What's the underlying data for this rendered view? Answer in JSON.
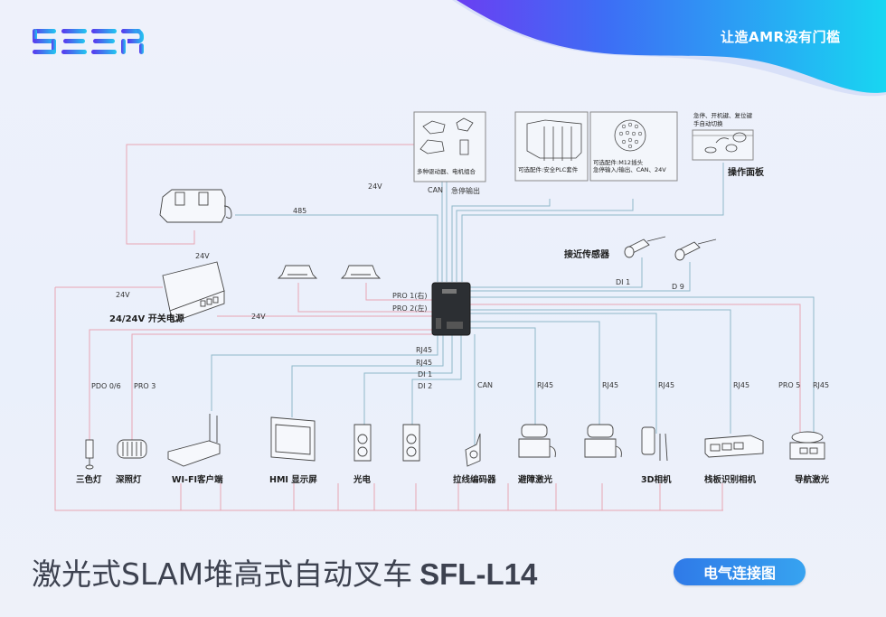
{
  "header": {
    "logo_text": "SEER",
    "slogan": "让造AMR没有门槛"
  },
  "colors": {
    "power_line": "#e8a5b3",
    "signal_line": "#8fb8c9",
    "brand_gradient_start": "#5b3bf0",
    "brand_gradient_end": "#22c9f0",
    "badge": "#2f86ec",
    "title_text": "#3d4250"
  },
  "top_boxes": {
    "drivers": {
      "caption": "多种驱动器、电机组合"
    },
    "plc": {
      "caption": "可选配件:安全PLC套件"
    },
    "m12": {
      "caption_line1": "可选配件:M12插头",
      "caption_line2": "急停输入/输出、CAN、24V"
    },
    "panel": {
      "note_line1": "急停、开机键、复位键",
      "note_line2": "手自动切换",
      "title": "操作面板"
    }
  },
  "wire_labels": {
    "can_top": "CAN",
    "estop_out": "急停输出",
    "v24_top": "24V",
    "rs485": "485",
    "v24_battery": "24V",
    "v24_left": "24V",
    "v24_bottom": "24V",
    "pro1": "PRO 1(右)",
    "pro2": "PRO 2(左)",
    "di1_prox": "DI 1",
    "di9_prox": "D 9",
    "rj45_a": "RJ45",
    "rj45_b": "RJ45",
    "di1": "DI 1",
    "di2": "DI 2",
    "can_encoder": "CAN",
    "pdo": "PDO 0/6",
    "pro3": "PRO 3",
    "rj45_obstacle1": "RJ45",
    "rj45_obstacle2": "RJ45",
    "rj45_3d": "RJ45",
    "rj45_pallet": "RJ45",
    "pro5": "PRO 5",
    "rj45_nav": "RJ45"
  },
  "labels": {
    "power_supply": "24/24V 开关电源",
    "proximity": "接近传感器"
  },
  "devices": [
    {
      "id": "tricolor-light",
      "label": "三色灯"
    },
    {
      "id": "floodlight",
      "label": "深照灯"
    },
    {
      "id": "wifi-client",
      "label": "WI-FI客户端"
    },
    {
      "id": "hmi-display",
      "label": "HMI 显示屏"
    },
    {
      "id": "photoelectric",
      "label": "光电"
    },
    {
      "id": "wire-encoder",
      "label": "拉线编码器"
    },
    {
      "id": "obstacle-lidar",
      "label": "避障激光"
    },
    {
      "id": "camera-3d",
      "label": "3D相机"
    },
    {
      "id": "pallet-camera",
      "label": "栈板识别相机"
    },
    {
      "id": "nav-lidar",
      "label": "导航激光"
    }
  ],
  "footer": {
    "title": "激光式SLAM堆高式自动叉车",
    "model": "SFL-L14",
    "badge": "电气连接图"
  }
}
